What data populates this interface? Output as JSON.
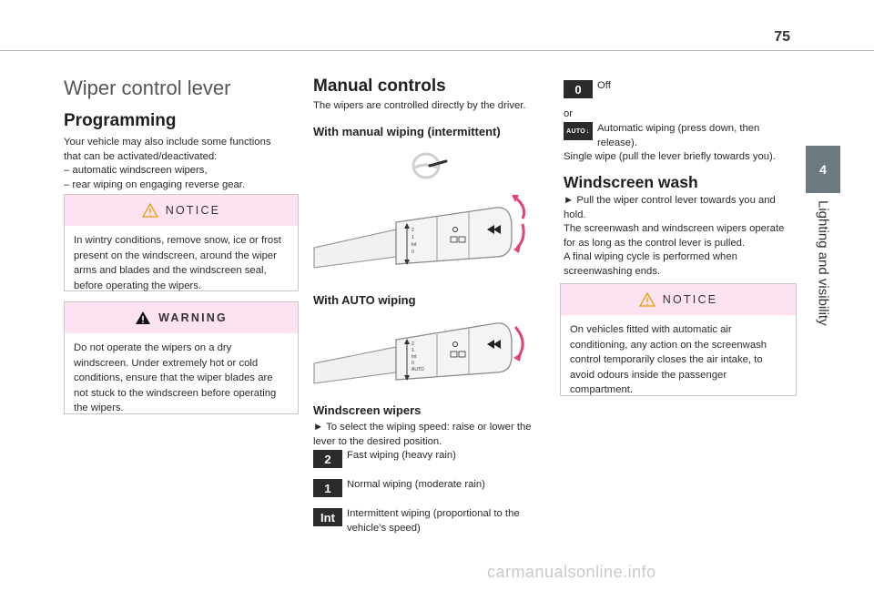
{
  "page_number": "75",
  "side_tab": {
    "number": "4",
    "title": "Lighting and visibility"
  },
  "col1": {
    "title": "Wiper control lever",
    "subtitle": "Programming",
    "intro": [
      "Your vehicle may also include some functions",
      "that can be activated/deactivated:"
    ],
    "bullets": [
      "– automatic windscreen wipers,",
      "– rear wiping on engaging reverse gear."
    ],
    "notice": {
      "label": "NOTICE",
      "lines": [
        "In wintry conditions, remove snow, ice or frost",
        "present on the windscreen, around the wiper",
        "arms and blades and the windscreen seal,",
        "before operating the wipers."
      ]
    },
    "warning": {
      "label": "WARNING",
      "lines": [
        "Do not operate the wipers on a dry",
        "windscreen. Under extremely hot or cold",
        "conditions, ensure that the wiper blades are",
        "not stuck to the windscreen before operating",
        "the wipers."
      ]
    }
  },
  "col2": {
    "title": "Manual controls",
    "intro": "The wipers are controlled directly by the driver.",
    "sub1": "With manual wiping (intermittent)",
    "sub2": "With AUTO wiping",
    "sub3": "Windscreen wipers",
    "speed_intro": [
      "► To select the wiping speed: raise or lower the",
      "lever to the desired position."
    ],
    "speeds": [
      {
        "badge": "2",
        "lines": [
          "Fast wiping (heavy rain)"
        ]
      },
      {
        "badge": "1",
        "lines": [
          "Normal wiping (moderate rain)"
        ]
      },
      {
        "badge": "Int",
        "lines": [
          "Intermittent wiping (proportional to the",
          "vehicle’s speed)"
        ]
      }
    ],
    "lever_markings": [
      "2",
      "1",
      "Int",
      "0",
      "AUTO"
    ]
  },
  "col3": {
    "off_badge": "0",
    "off_text": "Off",
    "or": "or",
    "auto_badge": "AUTO",
    "auto_lines": [
      "Automatic wiping (press down, then",
      "release)."
    ],
    "single_wipe": "Single wipe (pull the lever briefly towards you).",
    "title": "Windscreen wash",
    "wash_lines": [
      "► Pull the wiper control lever towards you and",
      "hold.",
      "The screenwash and windscreen wipers operate",
      "for as long as the control lever is pulled.",
      "A final wiping cycle is performed when",
      "screenwashing ends."
    ],
    "notice": {
      "label": "NOTICE",
      "lines": [
        "On vehicles fitted with automatic air",
        "conditioning, any action on the screenwash",
        "control temporarily closes the air intake, to",
        "avoid odours inside the passenger",
        "compartment."
      ]
    }
  },
  "watermark": "carmanualsonline.info",
  "colors": {
    "notice_bg": "#fde2f2",
    "tab_bg": "#6d7b80",
    "badge_bg": "#2b2b2b",
    "accent_pink": "#e0437e"
  }
}
